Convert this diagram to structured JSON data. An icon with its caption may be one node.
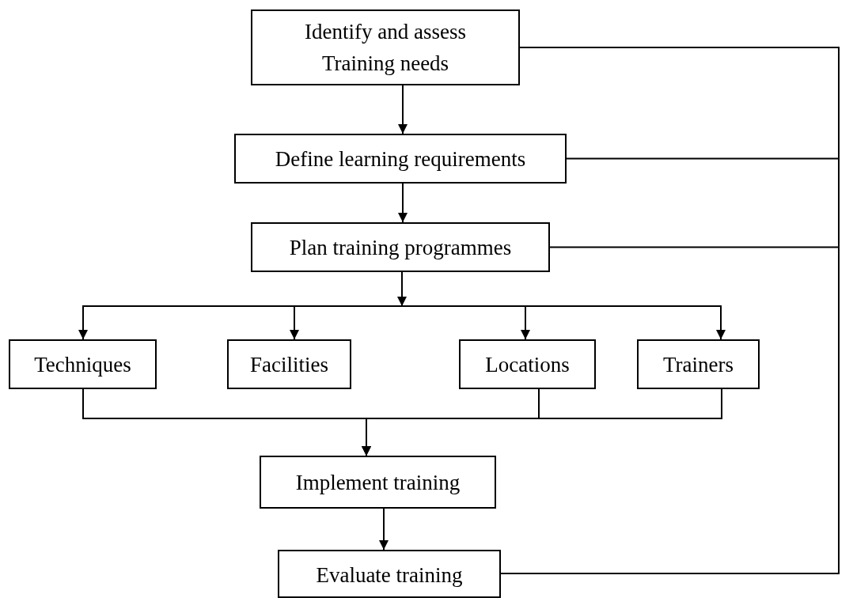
{
  "diagram": {
    "nodes": [
      {
        "text": [
          "Identify and assess Training needs"
        ]
      },
      {
        "text": [
          "Define learning requirements"
        ]
      },
      {
        "text": [
          "Plan training programmes"
        ]
      },
      {
        "text": [
          "Techniques"
        ]
      },
      {
        "text": [
          "Facilities"
        ]
      },
      {
        "text": [
          "Locations"
        ]
      },
      {
        "text": [
          "Trainers"
        ]
      },
      {
        "text": [
          "Implement training"
        ]
      },
      {
        "text": [
          "Evaluate training"
        ]
      }
    ],
    "edges": [
      {
        "from": 0,
        "to": 1,
        "arrow": "to"
      },
      {
        "from": 1,
        "to": 2,
        "arrow": "to"
      },
      {
        "from": 2,
        "to": 3,
        "arrow": "to"
      },
      {
        "from": 2,
        "to": 4,
        "arrow": "to"
      },
      {
        "from": 2,
        "to": 5,
        "arrow": "to"
      },
      {
        "from": 2,
        "to": 6,
        "arrow": "to"
      },
      {
        "from": 3,
        "to": 7,
        "arrow": "to"
      },
      {
        "from": 5,
        "to": 7,
        "arrow": "to"
      },
      {
        "from": 6,
        "to": 7,
        "arrow": "to"
      },
      {
        "from": 7,
        "to": 8,
        "arrow": "to"
      },
      {
        "from": 8,
        "to": 0,
        "arrow": "none"
      },
      {
        "from": 8,
        "to": 1,
        "arrow": "none"
      },
      {
        "from": 8,
        "to": 2,
        "arrow": "none"
      }
    ]
  }
}
